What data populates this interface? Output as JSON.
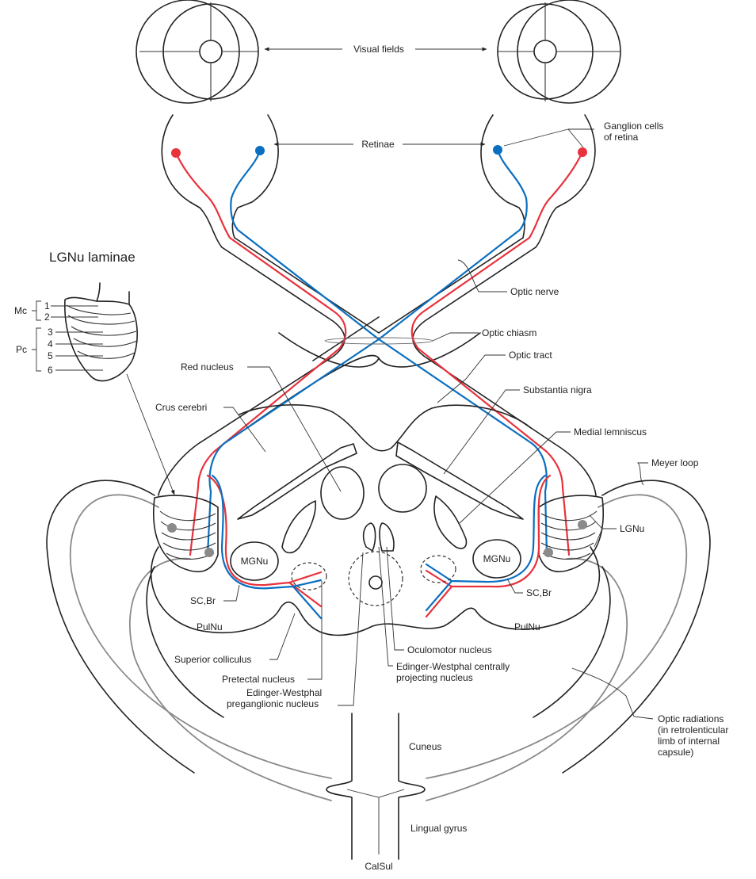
{
  "figure": {
    "colors": {
      "contralateral_fiber": "#e8323c",
      "ipsilateral_fiber": "#0a6fc0",
      "lgn_cell": "#8a8a8a",
      "outline": "#222222"
    },
    "labels": {
      "visual_fields": "Visual fields",
      "retinae": "Retinae",
      "ganglion_cells_line1": "Ganglion cells",
      "ganglion_cells_line2": "of retina",
      "optic_nerve": "Optic nerve",
      "optic_chiasm": "Optic chiasm",
      "optic_tract": "Optic tract",
      "substantia_nigra": "Substantia nigra",
      "medial_lemniscus": "Medial lemniscus",
      "meyer_loop": "Meyer loop",
      "lgnu": "LGNu",
      "red_nucleus": "Red nucleus",
      "crus_cerebri": "Crus cerebri",
      "mgnu_left": "MGNu",
      "mgnu_right": "MGNu",
      "sc_br_left": "SC,Br",
      "sc_br_right": "SC,Br",
      "pulnu_left": "PulNu",
      "pulnu_right": "PulNu",
      "superior_colliculus": "Superior colliculus",
      "pretectal_nucleus": "Pretectal nucleus",
      "ew_pregang_line1": "Edinger-Westphal",
      "ew_pregang_line2": "preganglionic nucleus",
      "oculomotor_nucleus": "Oculomotor nucleus",
      "ew_central_line1": "Edinger-Westphal centrally",
      "ew_central_line2": "projecting nucleus",
      "optic_radiations_line1": "Optic radiations",
      "optic_radiations_line2": "(in retrolenticular",
      "optic_radiations_line3": "limb of internal",
      "optic_radiations_line4": "capsule)",
      "cuneus": "Cuneus",
      "lingual_gyrus": "Lingual gyrus",
      "calsul": "CalSul"
    },
    "inset": {
      "title": "LGNu laminae",
      "group_mc": "Mc",
      "group_pc": "Pc",
      "laminae": [
        "1",
        "2",
        "3",
        "4",
        "5",
        "6"
      ]
    }
  }
}
